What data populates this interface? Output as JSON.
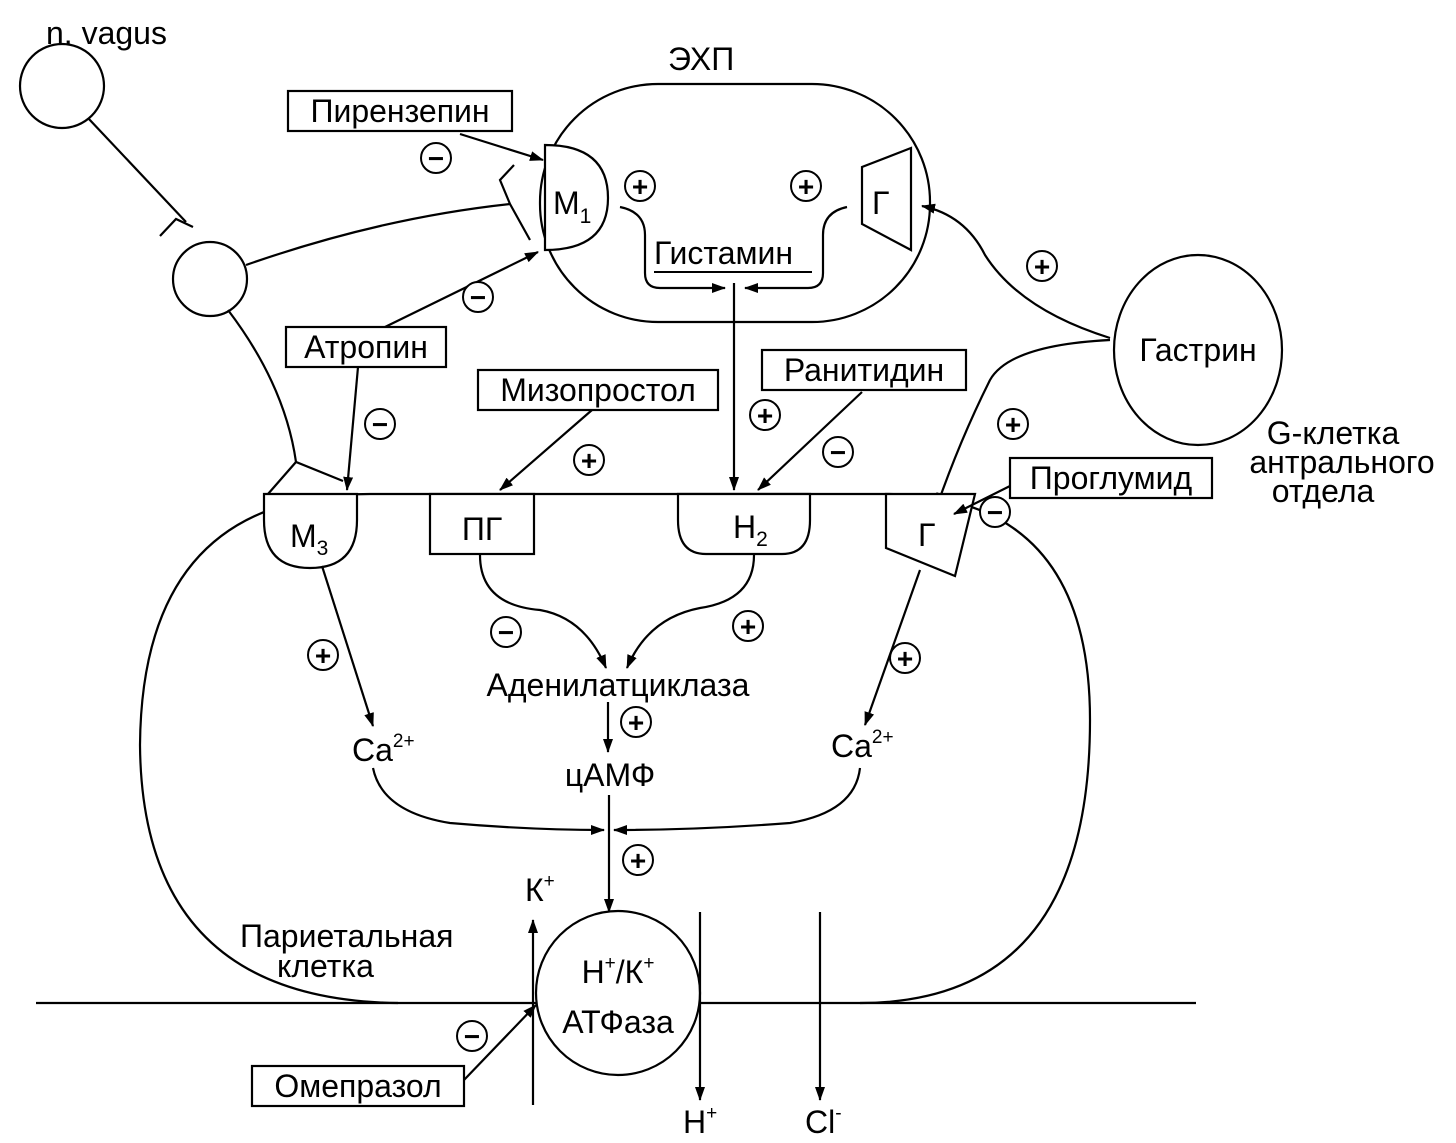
{
  "labels": {
    "vagus": "n. vagus",
    "ecl": "ЭХП",
    "m1": "М",
    "m1_sub": "1",
    "g_receptor": "Г",
    "histamine": "Гистамин",
    "gastrin": "Гастрин",
    "g_cell_line1": "G-клетка",
    "g_cell_line2": "антрального",
    "g_cell_line3": "отдела",
    "m3": "М",
    "m3_sub": "3",
    "pg": "ПГ",
    "h2": "Н",
    "h2_sub": "2",
    "g_receptor_parietal": "Г",
    "adenylate_cyclase": "Аденилатциклаза",
    "camp": "цАМФ",
    "ca": "Ca",
    "ca_charge": "2+",
    "parietal_line1": "Париетальная",
    "parietal_line2": "клетка",
    "pump_line1_h": "Н",
    "pump_line1_k": "/К",
    "pump_charge": "+",
    "pump_line2": "АТФаза",
    "k_ion": "К",
    "h_ion": "Н",
    "cl_ion": "Cl",
    "cl_charge": "-"
  },
  "drugs": {
    "pirenzepine": "Пирензепин",
    "atropine": "Атропин",
    "misoprostol": "Мизопростол",
    "ranitidine": "Ранитидин",
    "proglumide": "Проглумид",
    "omeprazole": "Омепразол"
  },
  "signs": {
    "plus": "+",
    "minus": "−"
  }
}
